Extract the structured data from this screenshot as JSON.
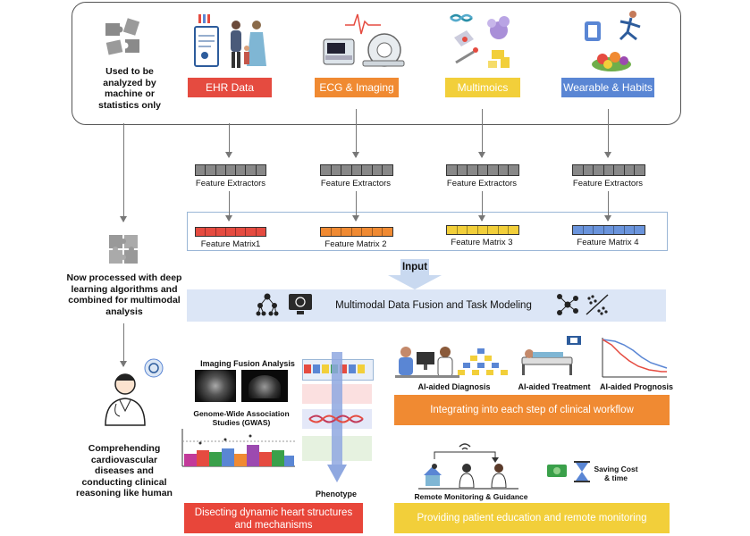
{
  "top": {
    "left_note": "Used to be analyzed by machine or statistics only",
    "sources": [
      {
        "label": "EHR Data",
        "color": "#e54b40"
      },
      {
        "label": "ECG & Imaging",
        "color": "#f08a32"
      },
      {
        "label": "Multimoics",
        "color": "#f2cf3a"
      },
      {
        "label": "Wearable & Habits",
        "color": "#5a86d4"
      }
    ]
  },
  "extractors": [
    "Feature Extractors",
    "Feature Extractors",
    "Feature Extractors",
    "Feature Extractors"
  ],
  "matrices": [
    "Feature Matrix1",
    "Feature Matrix 2",
    "Feature Matrix 3",
    "Feature Matrix 4"
  ],
  "input_label": "Input",
  "fusion_label": "Multimodal Data Fusion and Task Modeling",
  "left": {
    "processed": "Now processed with deep learning algorithms and combined for multimodal analysis",
    "comprehending": "Comprehending cardiovascular diseases and conducting clinical reasoning like human"
  },
  "middle": {
    "imaging_title": "Imaging Fusion Analysis",
    "gwas_title": "Genome-Wide Association Studies (GWAS)",
    "phenotype": "Phenotype",
    "band": "Disecting dynamic heart structures and mechanisms",
    "band_color": "#e8463a"
  },
  "right": {
    "diagnosis": "AI-aided Diagnosis",
    "treatment": "AI-aided Treatment",
    "prognosis": "AI-aided Prognosis",
    "workflow_band": "Integrating into each step of clinical workflow",
    "workflow_color": "#f08a32",
    "remote": "Remote Monitoring & Guidance",
    "saving": "Saving Cost & time",
    "education_band": "Providing patient education and remote monitoring",
    "education_color": "#f2cf3a"
  }
}
